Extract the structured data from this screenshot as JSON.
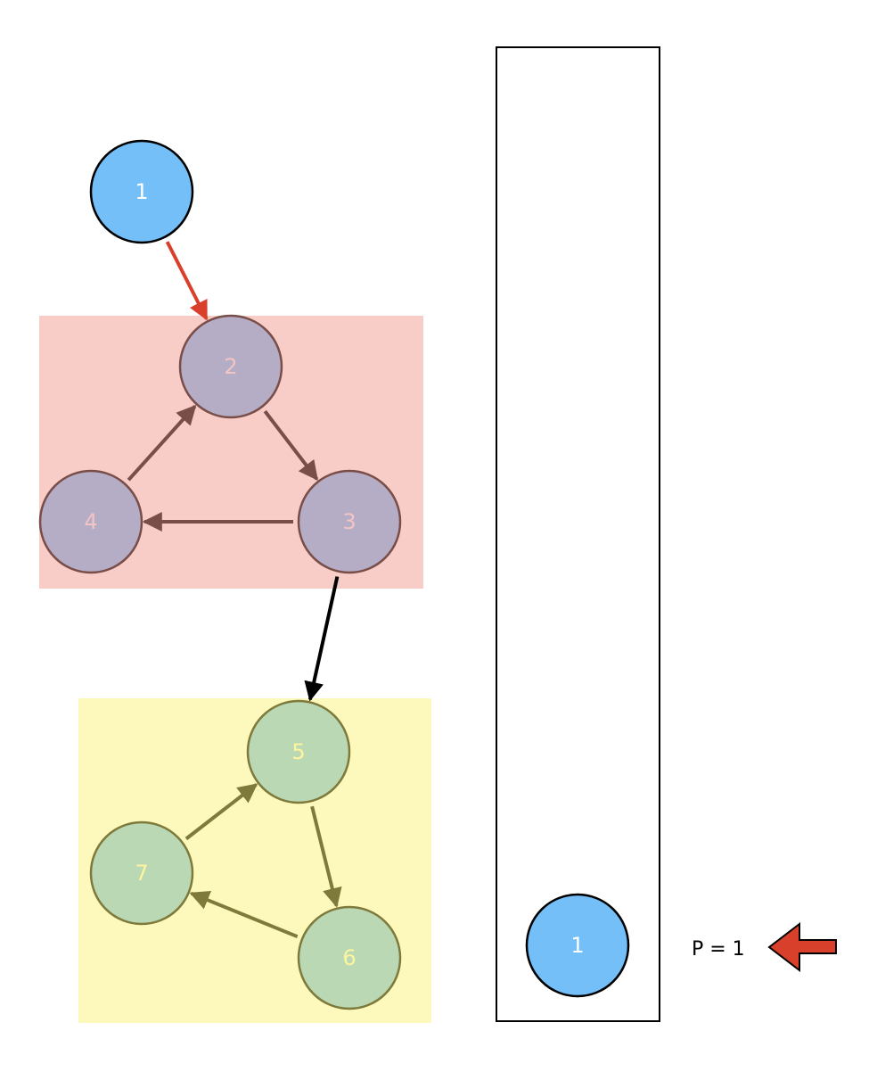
{
  "nodes": [
    {
      "id": "1",
      "label": "1",
      "group": "start"
    },
    {
      "id": "2",
      "label": "2",
      "group": "scc_red"
    },
    {
      "id": "3",
      "label": "3",
      "group": "scc_red"
    },
    {
      "id": "4",
      "label": "4",
      "group": "scc_red"
    },
    {
      "id": "5",
      "label": "5",
      "group": "scc_yellow"
    },
    {
      "id": "6",
      "label": "6",
      "group": "scc_yellow"
    },
    {
      "id": "7",
      "label": "7",
      "group": "scc_yellow"
    }
  ],
  "edges": [
    {
      "from": "1",
      "to": "2",
      "color": "#d9402b"
    },
    {
      "from": "2",
      "to": "3",
      "color": "#7a4e48"
    },
    {
      "from": "3",
      "to": "4",
      "color": "#7a4e48"
    },
    {
      "from": "4",
      "to": "2",
      "color": "#7a4e48"
    },
    {
      "from": "3",
      "to": "5",
      "color": "#000000"
    },
    {
      "from": "5",
      "to": "6",
      "color": "#7e7a3b"
    },
    {
      "from": "6",
      "to": "7",
      "color": "#7e7a3b"
    },
    {
      "from": "7",
      "to": "5",
      "color": "#7e7a3b"
    }
  ],
  "stack": {
    "items": [
      {
        "label": "1"
      }
    ]
  },
  "pointer": {
    "label": "P = 1"
  },
  "colors": {
    "start_fill": "#74bff8",
    "start_stroke": "#000000",
    "scc_red_bg": "#f8cdc8",
    "scc_red_fill": "#b5acc6",
    "scc_red_stroke": "#7a4e48",
    "scc_red_text": "#f2c4c4",
    "scc_yellow_bg": "#fdf8bb",
    "scc_yellow_fill": "#bbd8b4",
    "scc_yellow_stroke": "#7e7a3b",
    "scc_yellow_text": "#fdf4a0",
    "pointer_fill": "#d9402b",
    "pointer_stroke": "#000000"
  }
}
